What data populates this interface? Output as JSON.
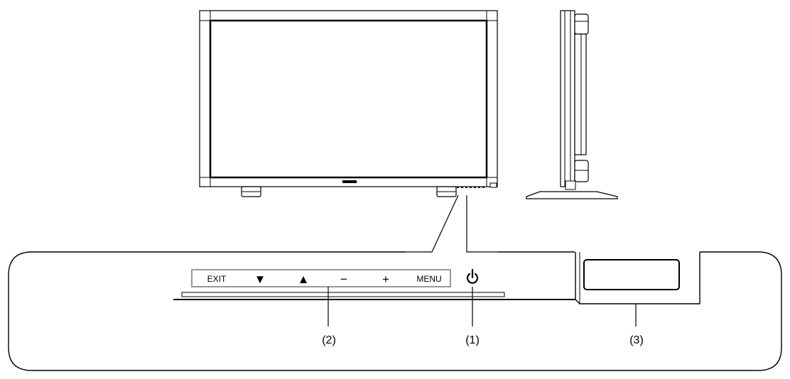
{
  "control_panel": {
    "buttons": [
      {
        "id": "exit",
        "label": "EXIT"
      },
      {
        "id": "down",
        "label": "▼"
      },
      {
        "id": "up",
        "label": "▲"
      },
      {
        "id": "minus",
        "label": "−"
      },
      {
        "id": "plus",
        "label": "+"
      },
      {
        "id": "menu",
        "label": "MENU"
      }
    ],
    "power_icon": "power-icon"
  },
  "callouts": {
    "power": "(1)",
    "buttons": "(2)",
    "sensor": "(3)"
  },
  "colors": {
    "line": "#000000",
    "button_box": "#999999",
    "background": "#ffffff"
  }
}
